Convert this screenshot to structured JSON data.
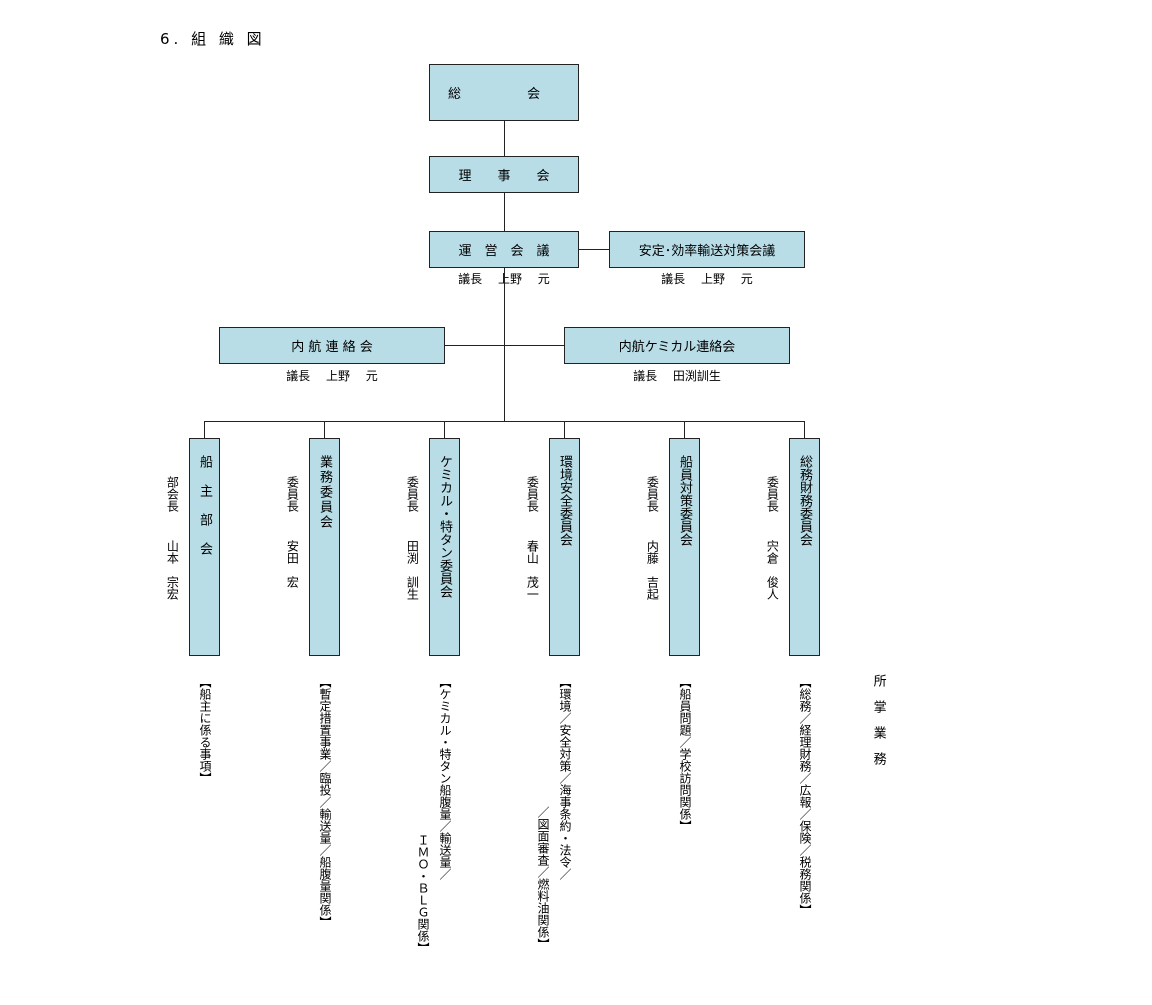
{
  "title": "6. 組 織 図",
  "nodes": {
    "general_assembly": {
      "label": "総                会"
    },
    "board": {
      "label": "理　　事　　会"
    },
    "steering": {
      "label": "運　営　会　議",
      "chair": "議長　 上野　 元"
    },
    "safety": {
      "label": "安定･効率輸送対策会議",
      "chair": "議長　 上野　 元"
    },
    "coastal_liaison": {
      "label": "内 航 連 絡 会",
      "chair": "議長　 上野　 元"
    },
    "chemical_liaison": {
      "label": "内航ケミカル連絡会",
      "chair": "議長　 田渕訓生"
    }
  },
  "committees": [
    {
      "label": "船主部会",
      "role": "部会長",
      "name": "山本　宗宏",
      "duties": [
        "【船主に係る事項】"
      ]
    },
    {
      "label": "業務委員会",
      "role": "委員長",
      "name": "安田　宏",
      "duties": [
        "【暫定措置事業／臨投／輸送量／船腹量関係】"
      ]
    },
    {
      "label": "ケミカル・特タン委員会",
      "role": "委員長",
      "name": "田渕　訓生",
      "duties": [
        "【ケミカル・特タン船腹量／輸送量／",
        "ＩＭＯ・ＢＬＧ関係】"
      ]
    },
    {
      "label": "環境安全委員会",
      "role": "委員長",
      "name": "春山　茂一",
      "duties": [
        "【環境／安全対策／海事条約・法令／",
        "／図面審査／燃料油関係】"
      ]
    },
    {
      "label": "船員対策委員会",
      "role": "委員長",
      "name": "内藤　吉起",
      "duties": [
        "【船員問題／学校訪問関係】"
      ]
    },
    {
      "label": "総務財務委員会",
      "role": "委員長",
      "name": "宍倉　俊人",
      "duties": [
        "【総務／経理財務／広報／保険／税務関係】"
      ]
    }
  ],
  "duties_heading": "所　掌　業　務"
}
